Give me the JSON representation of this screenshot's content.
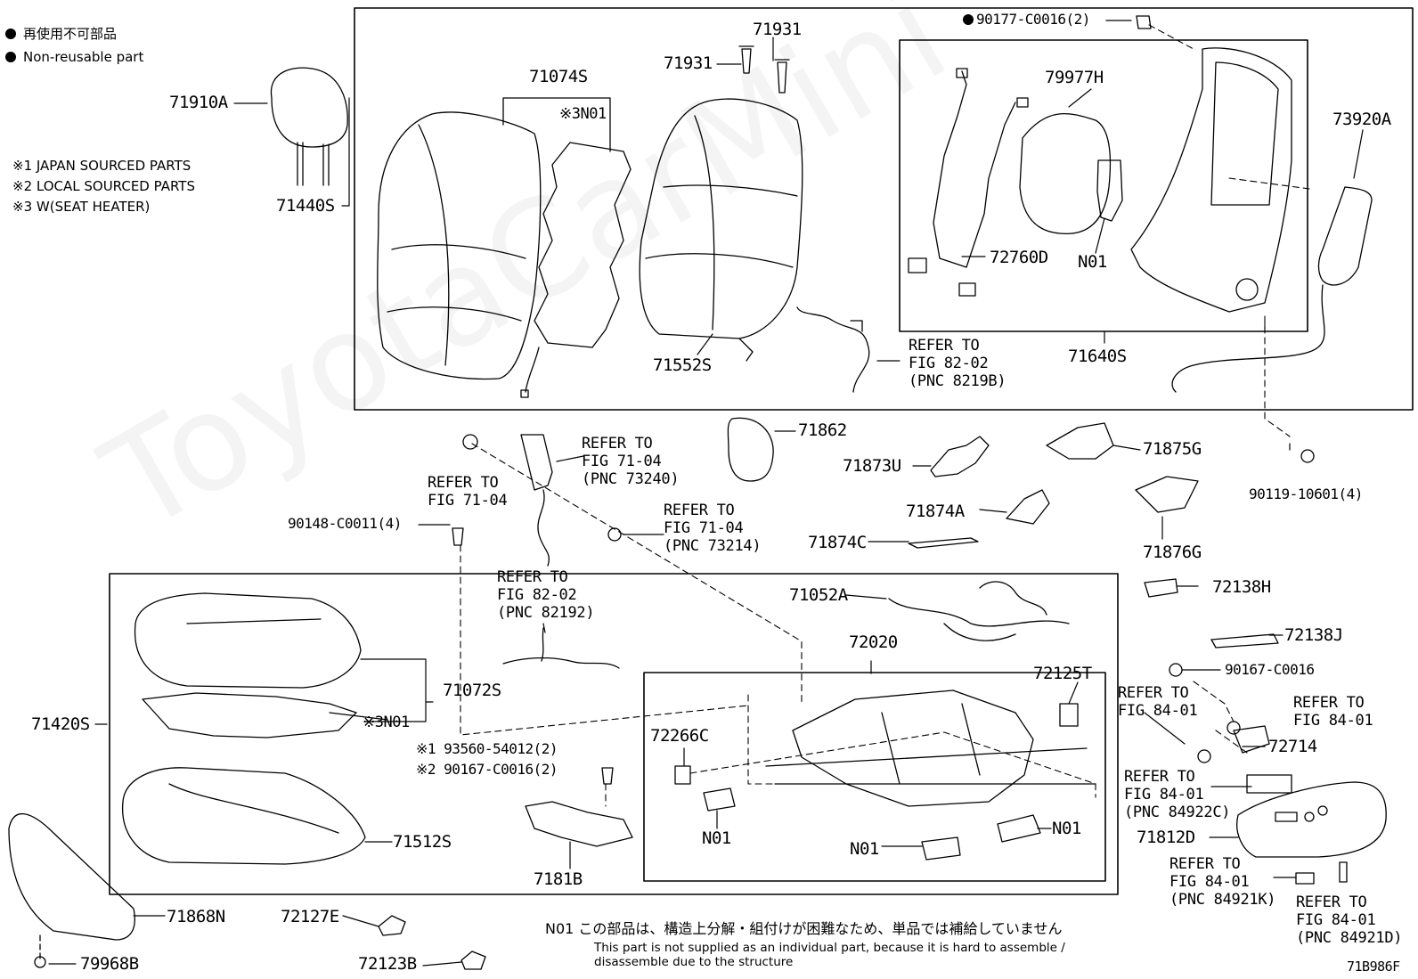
{
  "legend": {
    "non_reusable_jp": "再使用不可部品",
    "non_reusable_en": "Non-reusable part",
    "note1": "※1 JAPAN SOURCED PARTS",
    "note2": "※2 LOCAL SOURCED PARTS",
    "note3": "※3 W(SEAT HEATER)"
  },
  "watermark": "ToyotaCarMini",
  "figure_code": "71B986F",
  "footnote": {
    "jp": "N01 この部品は、構造上分解・組付けが困難なため、単品では補給していません",
    "en1": "This part is not supplied as an individual part, because it is hard to assemble /",
    "en2": "disassemble due to the structure"
  },
  "parts": {
    "p71910A": "71910A",
    "p71440S": "71440S",
    "p71074S": "71074S",
    "n01_heater_back": "※3N01",
    "p71931a": "71931",
    "p71931b": "71931",
    "p90177": "90177-C0016(2)",
    "p79977H": "79977H",
    "p73920A": "73920A",
    "p72760D": "72760D",
    "n01_motor_back": "N01",
    "p71552S": "71552S",
    "p71640S": "71640S",
    "p71862": "71862",
    "p71873U": "71873U",
    "p71875G": "71875G",
    "p90119": "90119-10601(4)",
    "p71874A": "71874A",
    "p71876G": "71876G",
    "p90148": "90148-C0011(4)",
    "p71874C": "71874C",
    "p72138H": "72138H",
    "p71052A": "71052A",
    "p72020": "72020",
    "p72138J": "72138J",
    "p90167": "90167-C0016",
    "p72125T": "72125T",
    "p71072S": "71072S",
    "p71420S": "71420S",
    "n01_heater_cushion": "※3N01",
    "p72266C": "72266C",
    "p72714": "72714",
    "n01_a": "N01",
    "n01_b": "N01",
    "n01_c": "N01",
    "p93560": "※1 93560-54012(2)",
    "p90167_2": "※2 90167-C0016(2)",
    "p71512S": "71512S",
    "p7181B": "7181B",
    "p71812D": "71812D",
    "p71868N": "71868N",
    "p72127E": "72127E",
    "p79968B": "79968B",
    "p72123B": "72123B"
  },
  "refers": {
    "r82_02_8219B": [
      "REFER TO",
      "FIG 82-02",
      "(PNC 8219B)"
    ],
    "r71_04": [
      "REFER TO",
      "FIG 71-04"
    ],
    "r71_04_73240": [
      "REFER TO",
      "FIG 71-04",
      "(PNC 73240)"
    ],
    "r71_04_73214": [
      "REFER TO",
      "FIG 71-04",
      "(PNC 73214)"
    ],
    "r82_02_82192": [
      "REFER TO",
      "FIG 82-02",
      "(PNC 82192)"
    ],
    "r84_01_a": [
      "REFER TO",
      "FIG 84-01"
    ],
    "r84_01_b": [
      "REFER TO",
      "FIG 84-01"
    ],
    "r84_01_84922C": [
      "REFER TO",
      "FIG 84-01",
      "(PNC 84922C)"
    ],
    "r84_01_84921K": [
      "REFER TO",
      "FIG 84-01",
      "(PNC 84921K)"
    ],
    "r84_01_84921D": [
      "REFER TO",
      "FIG 84-01",
      "(PNC 84921D)"
    ]
  }
}
